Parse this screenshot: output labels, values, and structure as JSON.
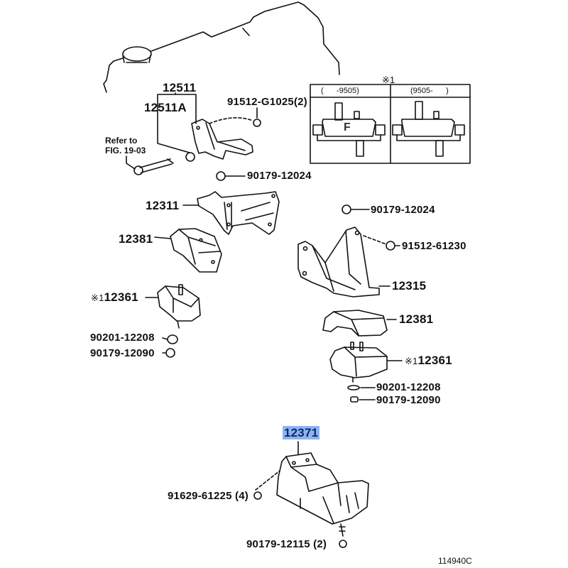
{
  "diagram": {
    "figure_id": "114940C",
    "variant_note": "※1",
    "variant_headers": [
      "(      -9505)",
      "(9505-      )"
    ],
    "variant_letter": "F",
    "refer_note": "Refer to\nFIG. 19-03",
    "highlight_color": "#8cb4f5",
    "parts": [
      {
        "id": "p12511",
        "number": "12511"
      },
      {
        "id": "p12511a",
        "number": "12511A"
      },
      {
        "id": "p91512g",
        "number": "91512-G1025(2)"
      },
      {
        "id": "p90179a",
        "number": "90179-12024"
      },
      {
        "id": "p12311",
        "number": "12311"
      },
      {
        "id": "p12381a",
        "number": "12381"
      },
      {
        "id": "p12361a",
        "prefix": "※1",
        "number": "12361"
      },
      {
        "id": "p90201a",
        "number": "90201-12208"
      },
      {
        "id": "p90179b",
        "number": "90179-12090"
      },
      {
        "id": "p90179c",
        "number": "90179-12024"
      },
      {
        "id": "p91512b",
        "number": "91512-61230"
      },
      {
        "id": "p12315",
        "number": "12315"
      },
      {
        "id": "p12381b",
        "number": "12381"
      },
      {
        "id": "p12361b",
        "prefix": "※1",
        "number": "12361"
      },
      {
        "id": "p90201b",
        "number": "90201-12208"
      },
      {
        "id": "p90179d",
        "number": "90179-12090"
      },
      {
        "id": "p12371",
        "number": "12371",
        "highlighted": true
      },
      {
        "id": "p91629",
        "number": "91629-61225",
        "qty": "(4)"
      },
      {
        "id": "p90179e",
        "number": "90179-12115",
        "qty": "(2)"
      }
    ]
  }
}
